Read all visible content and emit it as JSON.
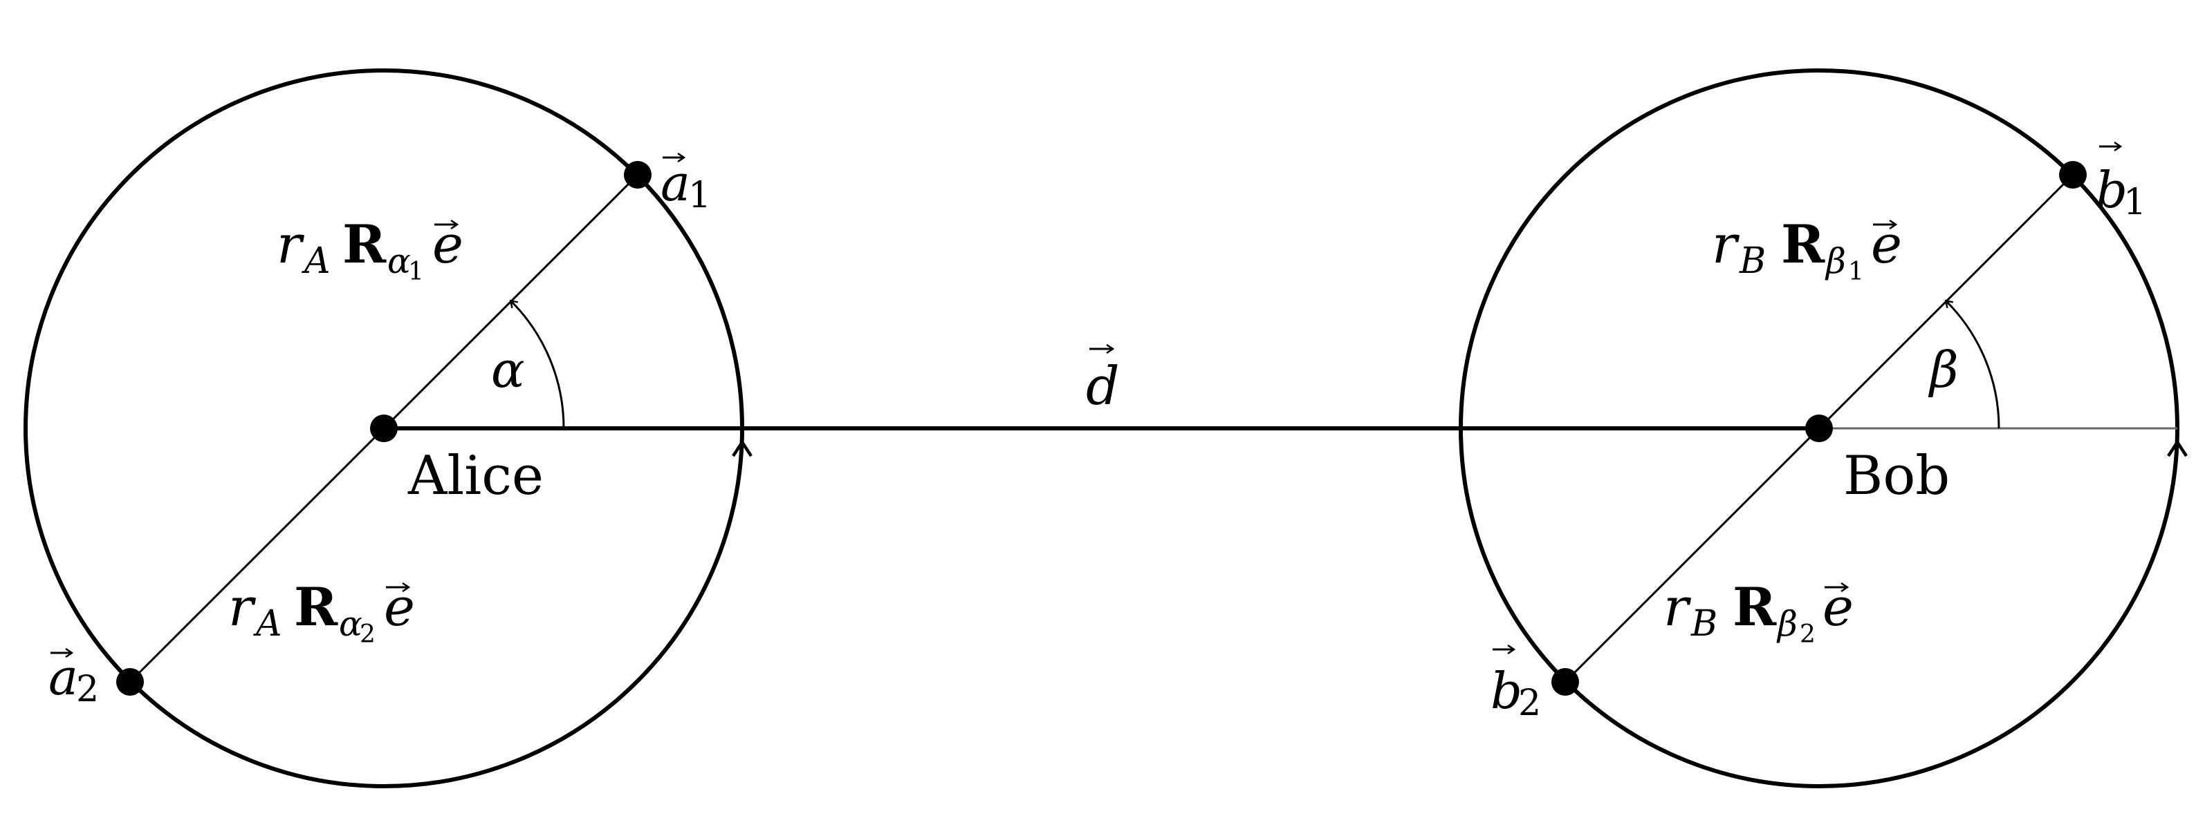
{
  "diagram": {
    "labels": {
      "alice": "Alice",
      "bob": "Bob",
      "vector_d": "d",
      "angle_alpha": "α",
      "angle_beta": "β",
      "point_a1": {
        "base": "a",
        "sub": "1"
      },
      "point_a2": {
        "base": "a",
        "sub": "2"
      },
      "point_b1": {
        "base": "b",
        "sub": "1"
      },
      "point_b2": {
        "base": "b",
        "sub": "2"
      },
      "alice_vec_1": {
        "r": "r",
        "r_sub": "A",
        "R": "R",
        "R_sub": "α",
        "R_subsub": "1",
        "e": "e"
      },
      "alice_vec_2": {
        "r": "r",
        "r_sub": "A",
        "R": "R",
        "R_sub": "α",
        "R_subsub": "2",
        "e": "e"
      },
      "bob_vec_1": {
        "r": "r",
        "r_sub": "B",
        "R": "R",
        "R_sub": "β",
        "R_subsub": "1",
        "e": "e"
      },
      "bob_vec_2": {
        "r": "r",
        "r_sub": "B",
        "R": "R",
        "R_sub": "β",
        "R_subsub": "2",
        "e": "e"
      }
    },
    "colors": {
      "stroke": "#000000",
      "background": "#ffffff"
    }
  }
}
